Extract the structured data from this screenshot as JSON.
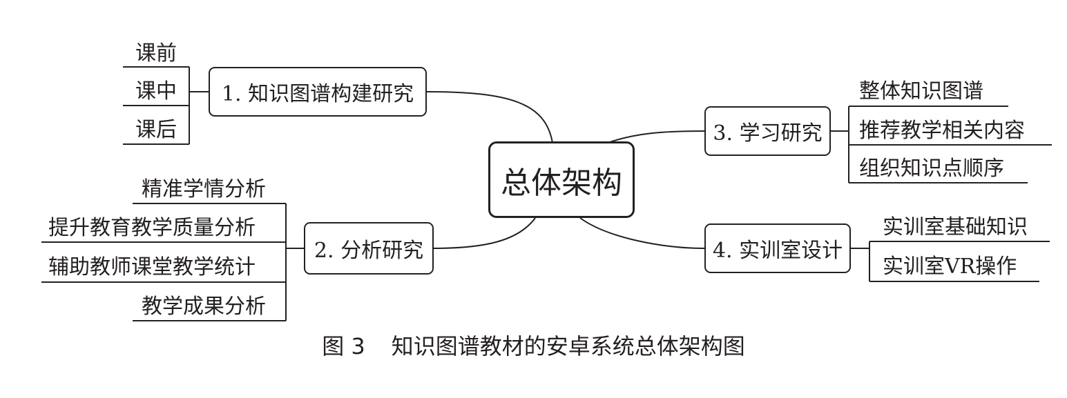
{
  "diagram": {
    "center": "总体架构",
    "branches": [
      {
        "label": "1. 知识图谱构建研究",
        "leaves": [
          "课前",
          "课中",
          "课后"
        ]
      },
      {
        "label": "2. 分析研究",
        "leaves": [
          "精准学情分析",
          "提升教育教学质量分析",
          "辅助教师课堂教学统计",
          "教学成果分析"
        ]
      },
      {
        "label": "3. 学习研究",
        "leaves": [
          "整体知识图谱",
          "推荐教学相关内容",
          "组织知识点顺序"
        ]
      },
      {
        "label": "4. 实训室设计",
        "leaves": [
          "实训室基础知识",
          "实训室VR操作"
        ]
      }
    ]
  },
  "caption": {
    "figure": "图 3",
    "title": "知识图谱教材的安卓系统总体架构图"
  }
}
